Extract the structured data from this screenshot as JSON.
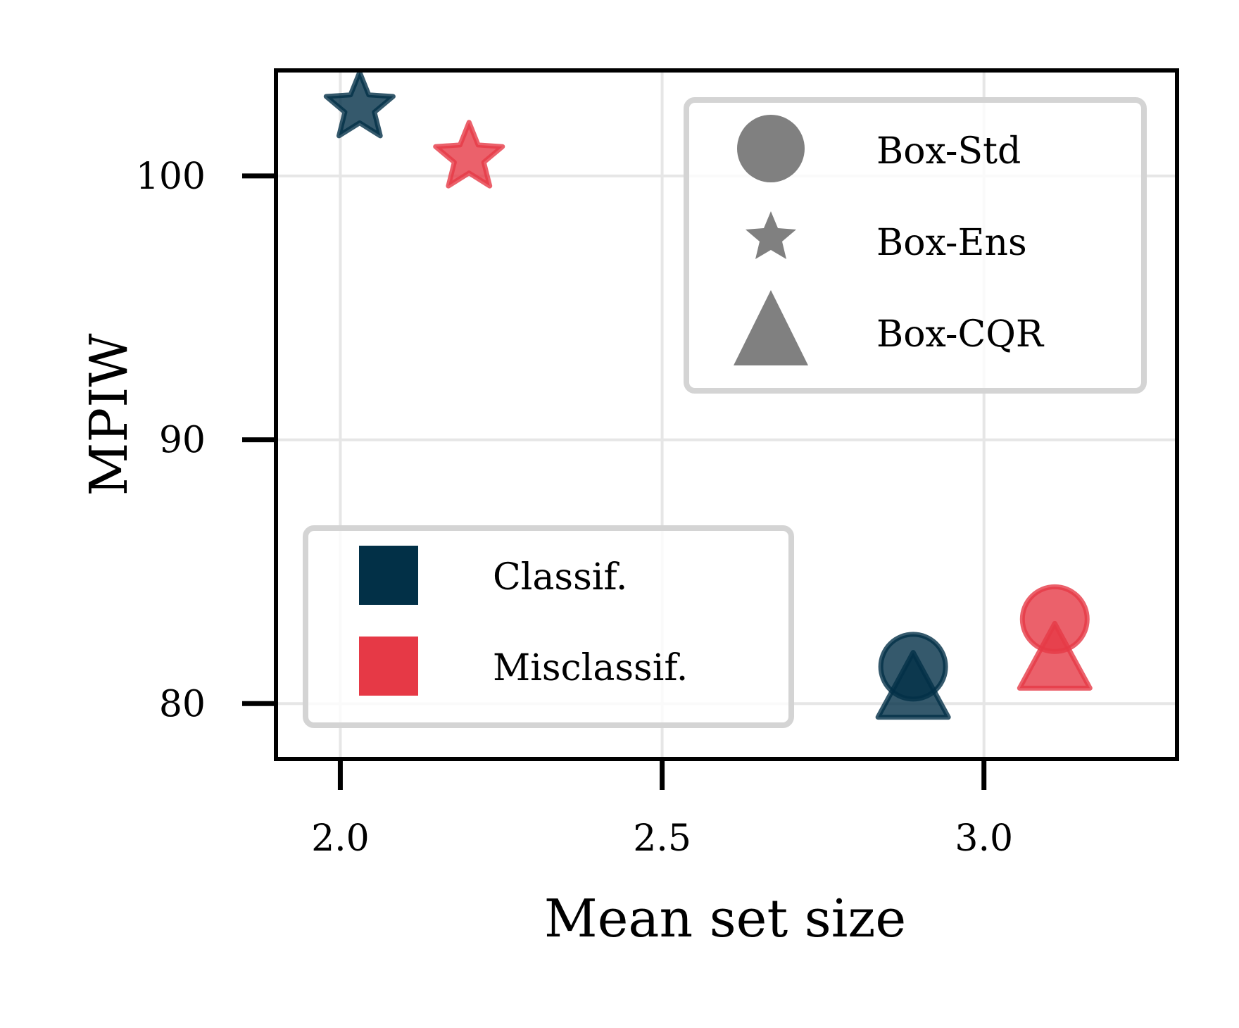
{
  "chart_data": {
    "type": "scatter",
    "xlabel": "Mean set size",
    "ylabel": "MPIW",
    "xlim": [
      1.9,
      3.3
    ],
    "ylim": [
      77.9,
      104.0
    ],
    "x_ticks": [
      2.0,
      2.5,
      3.0
    ],
    "x_tick_labels": [
      "2.0",
      "2.5",
      "3.0"
    ],
    "y_ticks": [
      80,
      90,
      100
    ],
    "y_tick_labels": [
      "80",
      "90",
      "100"
    ],
    "grid": true,
    "series": [
      {
        "name": "Classif.",
        "color": "#023047",
        "points": [
          {
            "method": "Box-Std",
            "x": 2.89,
            "y": 81.4
          },
          {
            "method": "Box-Ens",
            "x": 2.03,
            "y": 102.6
          },
          {
            "method": "Box-CQR",
            "x": 2.89,
            "y": 80.5
          }
        ]
      },
      {
        "name": "Misclassif.",
        "color": "#e63946",
        "points": [
          {
            "method": "Box-Std",
            "x": 3.11,
            "y": 83.2
          },
          {
            "method": "Box-Ens",
            "x": 2.2,
            "y": 100.7
          },
          {
            "method": "Box-CQR",
            "x": 3.11,
            "y": 81.6
          }
        ]
      }
    ],
    "legends": [
      {
        "placement": "top-right",
        "entries": [
          {
            "label": "Box-Std",
            "marker": "circle"
          },
          {
            "label": "Box-Ens",
            "marker": "star"
          },
          {
            "label": "Box-CQR",
            "marker": "triangle"
          }
        ]
      },
      {
        "placement": "lower-left",
        "entries": [
          {
            "label": "Classif.",
            "color": "#023047"
          },
          {
            "label": "Misclassif.",
            "color": "#e63946"
          }
        ]
      }
    ]
  }
}
